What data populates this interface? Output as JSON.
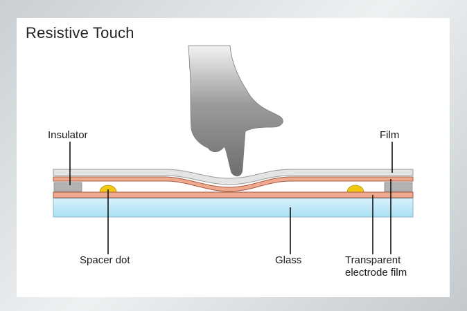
{
  "title": "Resistive Touch",
  "labels": {
    "insulator": "Insulator",
    "film": "Film",
    "spacer_dot": "Spacer dot",
    "glass": "Glass",
    "transparent_line1": "Transparent",
    "transparent_line2": "electrode film"
  },
  "colors": {
    "film": "#e4e4e4",
    "electrode": "#eea98f",
    "glass": "#bfe8f8",
    "spacer_dot": "#f2c812",
    "insulator": "#b3b3b3",
    "finger": "#8c8c8c"
  }
}
